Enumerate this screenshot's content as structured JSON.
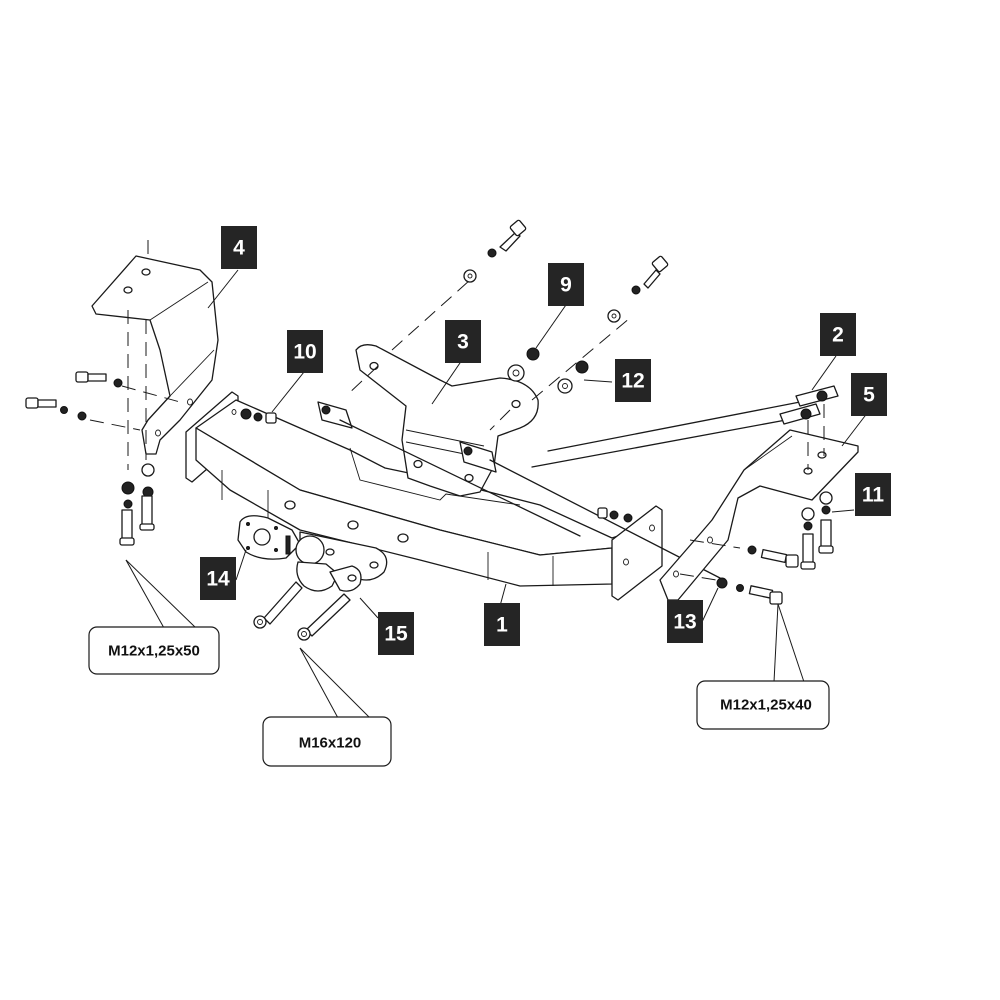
{
  "diagram": {
    "title": "Tow bar exploded assembly view",
    "callouts": [
      {
        "id": "1",
        "label": "1",
        "part": "main-crossbeam"
      },
      {
        "id": "2",
        "label": "2",
        "part": "left-tie-rod"
      },
      {
        "id": "3",
        "label": "3",
        "part": "center-bracket"
      },
      {
        "id": "4",
        "label": "4",
        "part": "left-side-bracket"
      },
      {
        "id": "5",
        "label": "5",
        "part": "right-side-bracket"
      },
      {
        "id": "9",
        "label": "9",
        "part": "nut"
      },
      {
        "id": "10",
        "label": "10",
        "part": "nut-and-washers"
      },
      {
        "id": "11",
        "label": "11",
        "part": "washers"
      },
      {
        "id": "12",
        "label": "12",
        "part": "nut-and-washer"
      },
      {
        "id": "13",
        "label": "13",
        "part": "washer"
      },
      {
        "id": "14",
        "label": "14",
        "part": "socket-plate"
      },
      {
        "id": "15",
        "label": "15",
        "part": "tow-ball-mount"
      }
    ],
    "specs": [
      {
        "id": "bolt-left",
        "label": "M12x1,25x50"
      },
      {
        "id": "bolt-ball",
        "label": "M16x120"
      },
      {
        "id": "bolt-right",
        "label": "M12x1,25x40"
      }
    ]
  }
}
